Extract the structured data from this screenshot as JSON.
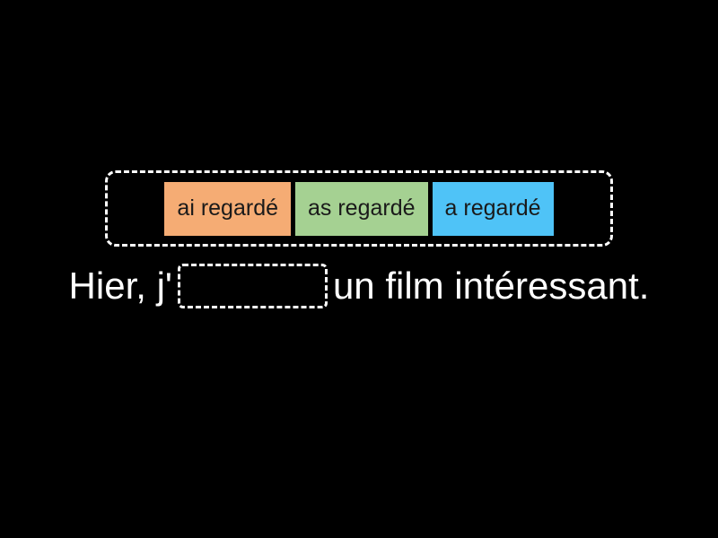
{
  "background_color": "#000000",
  "exercise": {
    "type": "fill-in-the-blank-drag-and-drop",
    "answer_bank": {
      "options": [
        {
          "label": "ai regardé",
          "color": "#f5ac74"
        },
        {
          "label": "as regardé",
          "color": "#a5d192"
        },
        {
          "label": "a regardé",
          "color": "#4fc3f7"
        }
      ]
    },
    "sentence": {
      "full_text": "Hier, j'______ un film intéressant.",
      "before_blank": "Hier, j'",
      "after_blank": "un film intéressant.",
      "blank_value": "",
      "blank_placeholder": ""
    },
    "text_color": "#ffffff"
  }
}
